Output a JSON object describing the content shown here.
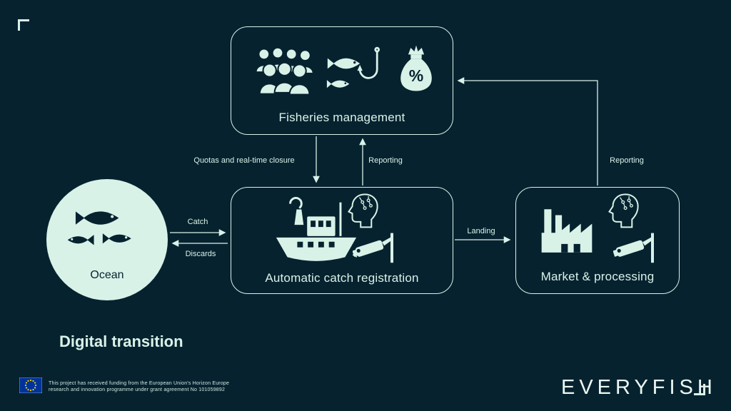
{
  "theme": {
    "background": "#07222f",
    "foreground": "#d9f2e8",
    "eu_flag_blue": "#003399",
    "eu_star_yellow": "#f5d000"
  },
  "nodes": {
    "fisheries": {
      "label": "Fisheries management",
      "icons": [
        "crowd-icon",
        "fish-and-hook-icon",
        "money-bag-icon"
      ]
    },
    "ocean": {
      "label": "Ocean",
      "icons": [
        "fish-school-icon"
      ]
    },
    "catch_registration": {
      "label": "Automatic catch registration",
      "icons": [
        "fishing-boat-icon",
        "ai-head-icon",
        "cctv-camera-icon"
      ]
    },
    "market": {
      "label": "Market & processing",
      "icons": [
        "factory-icon",
        "ai-head-icon",
        "cctv-camera-icon"
      ]
    }
  },
  "edges": {
    "quotas": {
      "label": "Quotas and real-time closure",
      "from": "fisheries",
      "to": "catch_registration"
    },
    "reporting_left": {
      "label": "Reporting",
      "from": "catch_registration",
      "to": "fisheries"
    },
    "catch": {
      "label": "Catch",
      "from": "ocean",
      "to": "catch_registration"
    },
    "discards": {
      "label": "Discards",
      "from": "catch_registration",
      "to": "ocean"
    },
    "landing": {
      "label": "Landing",
      "from": "catch_registration",
      "to": "market"
    },
    "reporting_right": {
      "label": "Reporting",
      "from": "market",
      "to": "fisheries"
    }
  },
  "symbols": {
    "percent": "%"
  },
  "footer": {
    "heading": "Digital transition",
    "funding_line1": "This project has received funding from the European Union's Horizon Europe",
    "funding_line2": "research and innovation programme under grant agreement No 101059892",
    "brand": "EVERYFISH"
  }
}
